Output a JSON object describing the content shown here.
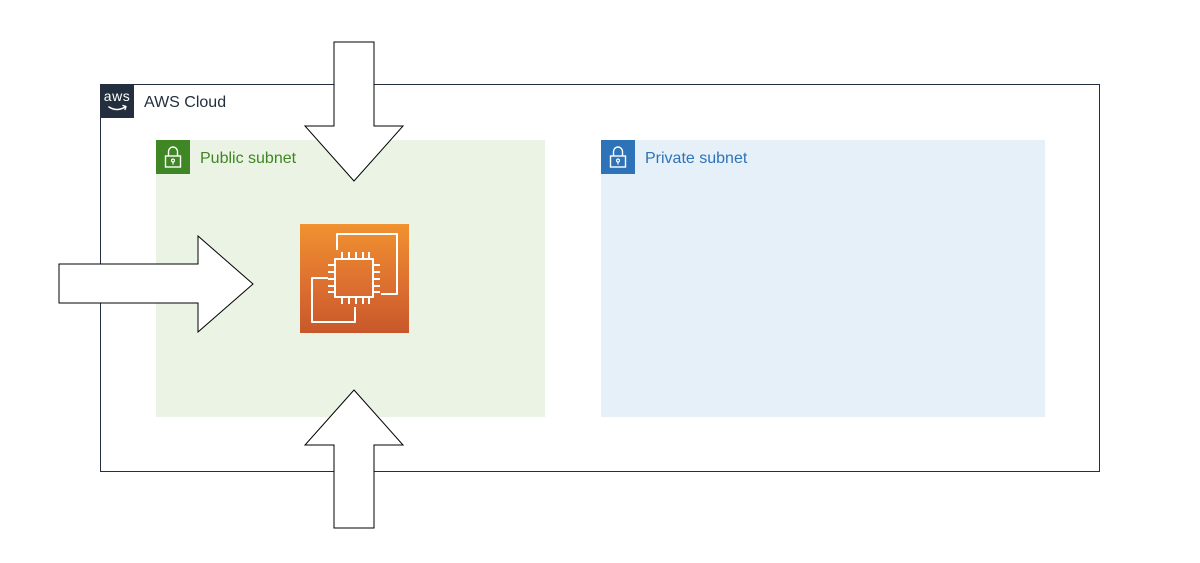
{
  "diagram": {
    "cloud": {
      "logo_text": "aws",
      "label": "AWS Cloud",
      "border_color": "#232f3e"
    },
    "subnets": [
      {
        "id": "public",
        "label": "Public subnet",
        "color": "#3f8624",
        "fill": "#ebf3e5",
        "icon": "lock-icon"
      },
      {
        "id": "private",
        "label": "Private subnet",
        "color": "#2e73b8",
        "fill": "#e6f0f8",
        "icon": "lock-icon"
      }
    ],
    "instance": {
      "icon": "ec2-instance-icon",
      "gradient_top": "#f0922f",
      "gradient_bottom": "#c8582a"
    },
    "arrows": [
      {
        "direction": "down",
        "icon": "arrow-down-icon"
      },
      {
        "direction": "right",
        "icon": "arrow-right-icon"
      },
      {
        "direction": "up",
        "icon": "arrow-up-icon"
      }
    ]
  }
}
